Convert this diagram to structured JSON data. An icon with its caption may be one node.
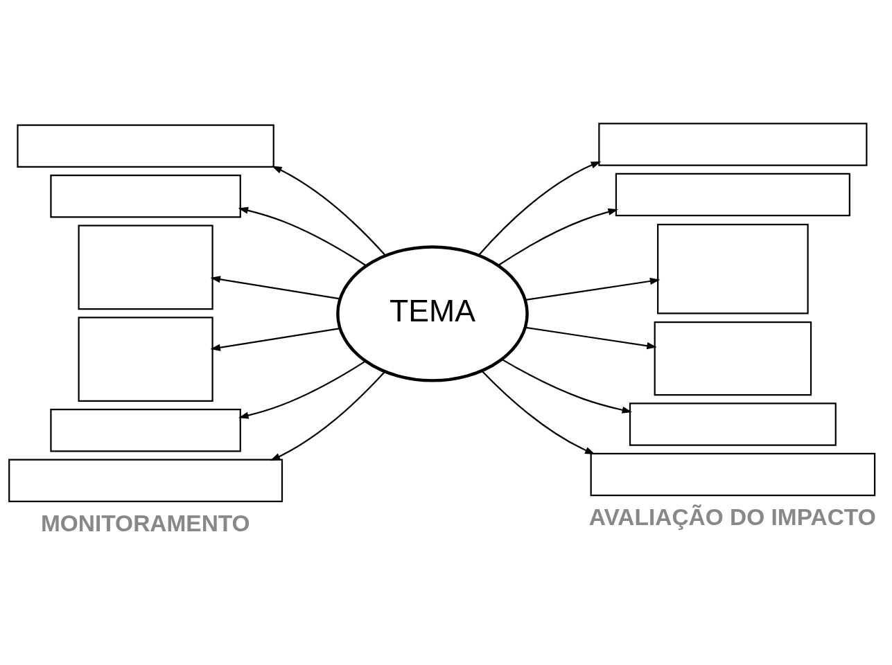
{
  "diagram": {
    "nodes": [
      {
        "text": [
          "TEMA"
        ]
      },
      {
        "text": [],
        "shape": "box"
      },
      {
        "text": [],
        "shape": "box"
      },
      {
        "text": [],
        "shape": "box"
      },
      {
        "text": [],
        "shape": "box"
      },
      {
        "text": [],
        "shape": "box"
      },
      {
        "text": [],
        "shape": "box"
      },
      {
        "text": [],
        "shape": "box"
      },
      {
        "text": [],
        "shape": "box"
      },
      {
        "text": [],
        "shape": "box"
      },
      {
        "text": [],
        "shape": "box"
      },
      {
        "text": [],
        "shape": "box"
      },
      {
        "text": [],
        "shape": "box"
      }
    ],
    "edges": [
      {
        "from": 0,
        "to": 1,
        "arrow": "to"
      },
      {
        "from": 0,
        "to": 2,
        "arrow": "to"
      },
      {
        "from": 0,
        "to": 3,
        "arrow": "to"
      },
      {
        "from": 0,
        "to": 4,
        "arrow": "to"
      },
      {
        "from": 0,
        "to": 5,
        "arrow": "to"
      },
      {
        "from": 0,
        "to": 6,
        "arrow": "to"
      },
      {
        "from": 0,
        "to": 7,
        "arrow": "to"
      },
      {
        "from": 0,
        "to": 8,
        "arrow": "to"
      },
      {
        "from": 0,
        "to": 9,
        "arrow": "to"
      },
      {
        "from": 0,
        "to": 10,
        "arrow": "to"
      },
      {
        "from": 0,
        "to": 11,
        "arrow": "to"
      },
      {
        "from": 0,
        "to": 12,
        "arrow": "to"
      }
    ],
    "labels": [
      "MONITORAMENTO",
      "AVALIAÇÃO DO IMPACTO"
    ]
  }
}
